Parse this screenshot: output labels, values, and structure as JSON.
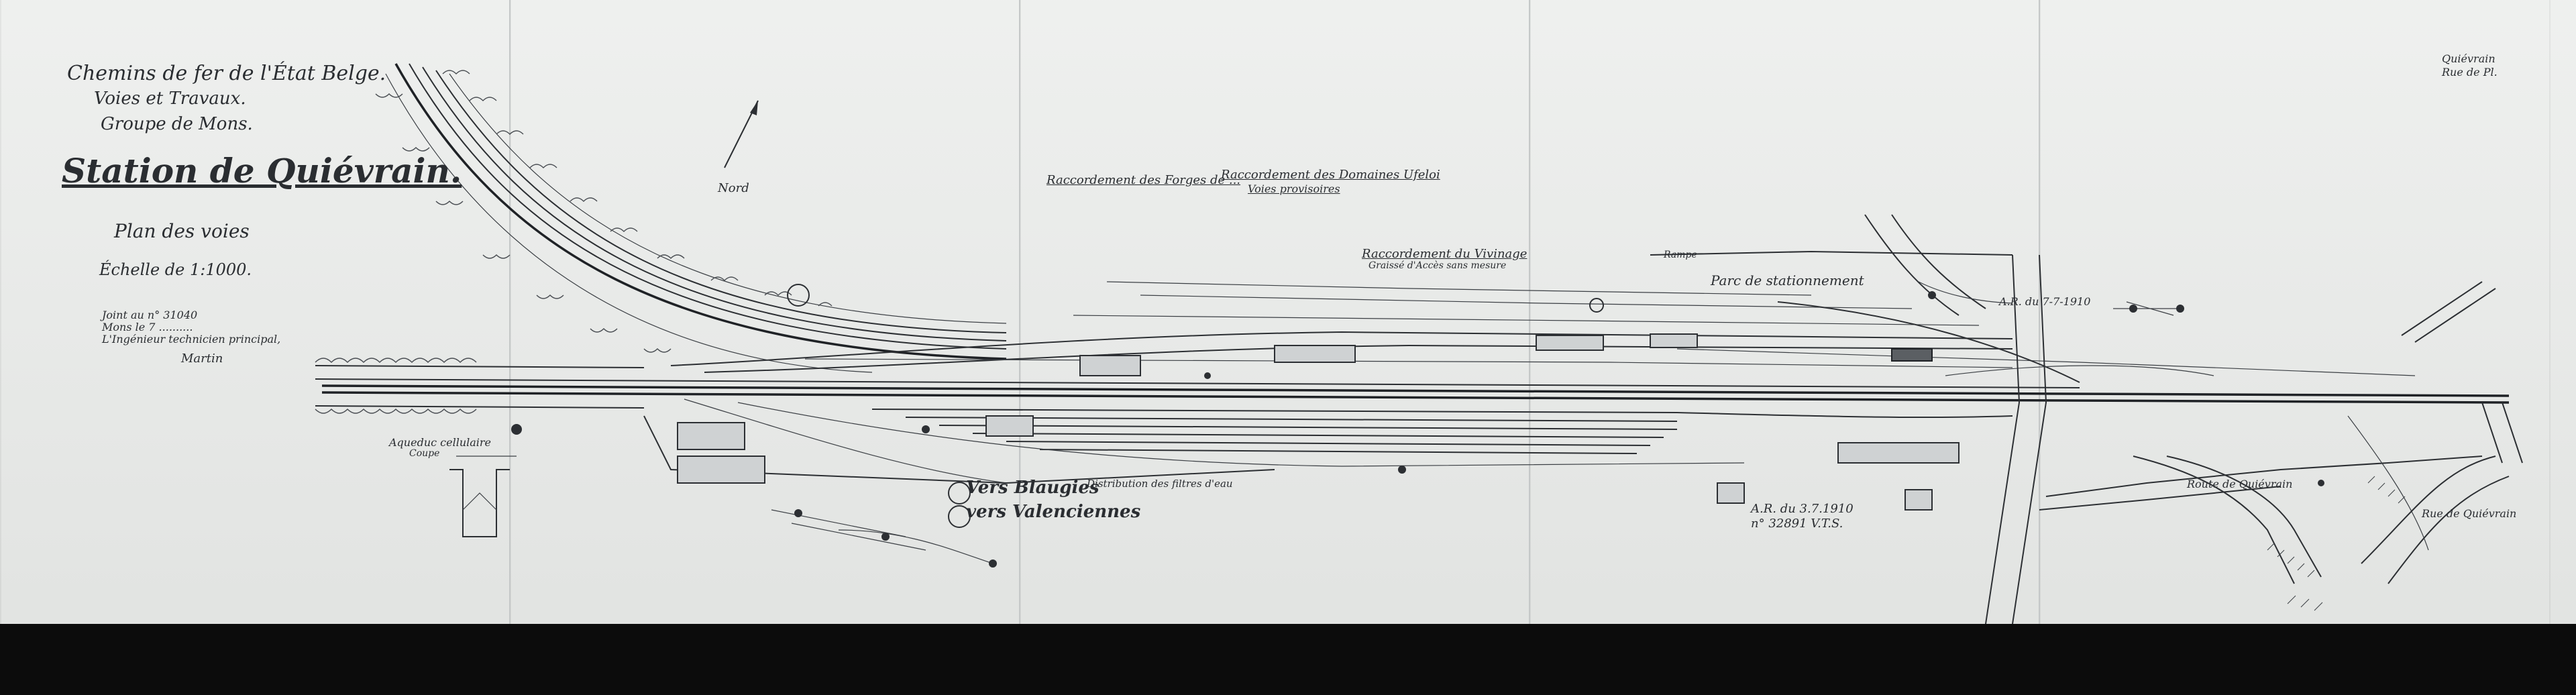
{
  "header": {
    "corner_note_1": "Quiévrain",
    "corner_note_2": "Rue de Pl.",
    "railway": "Chemins de fer de l'État Belge.",
    "department": "Voies et Travaux.",
    "group": "Groupe de Mons.",
    "station_title": "Station de Quiévrain.",
    "plan_subtitle": "Plan des voies",
    "scale": "Échelle de 1:1000.",
    "cert_line_1": "Joint au n° 31040",
    "cert_line_2": "Mons le 7 ..........",
    "cert_line_3": "L'Ingénieur technicien principal,",
    "signature": "Martin"
  },
  "map": {
    "north": "Nord",
    "aqueduct": "Aqueduc cellulaire",
    "aqueduct_sub": "Coupe",
    "r1": "Raccordement des Forges de ...",
    "r2": "Raccordement des Domaines Ufeloi",
    "r3": "Voies provisoires",
    "r4": "Raccordement du Vivinage",
    "r5": "Graissé d'Accès sans mesure",
    "park": "Parc de stationnement",
    "rampe": "Rampe",
    "ref": "A.R. du 7-7-1910",
    "bottom_note_1": "A.R. du 3.7.1910",
    "bottom_note_2": "n° 32891 V.T.S.",
    "street": "Rue de Quiévrain",
    "gabarit": "Distribution des filtres d'eau",
    "route": "Route de Quiévrain",
    "direction_1": "Vers Blaugies",
    "direction_2": "vers Valenciennes"
  }
}
